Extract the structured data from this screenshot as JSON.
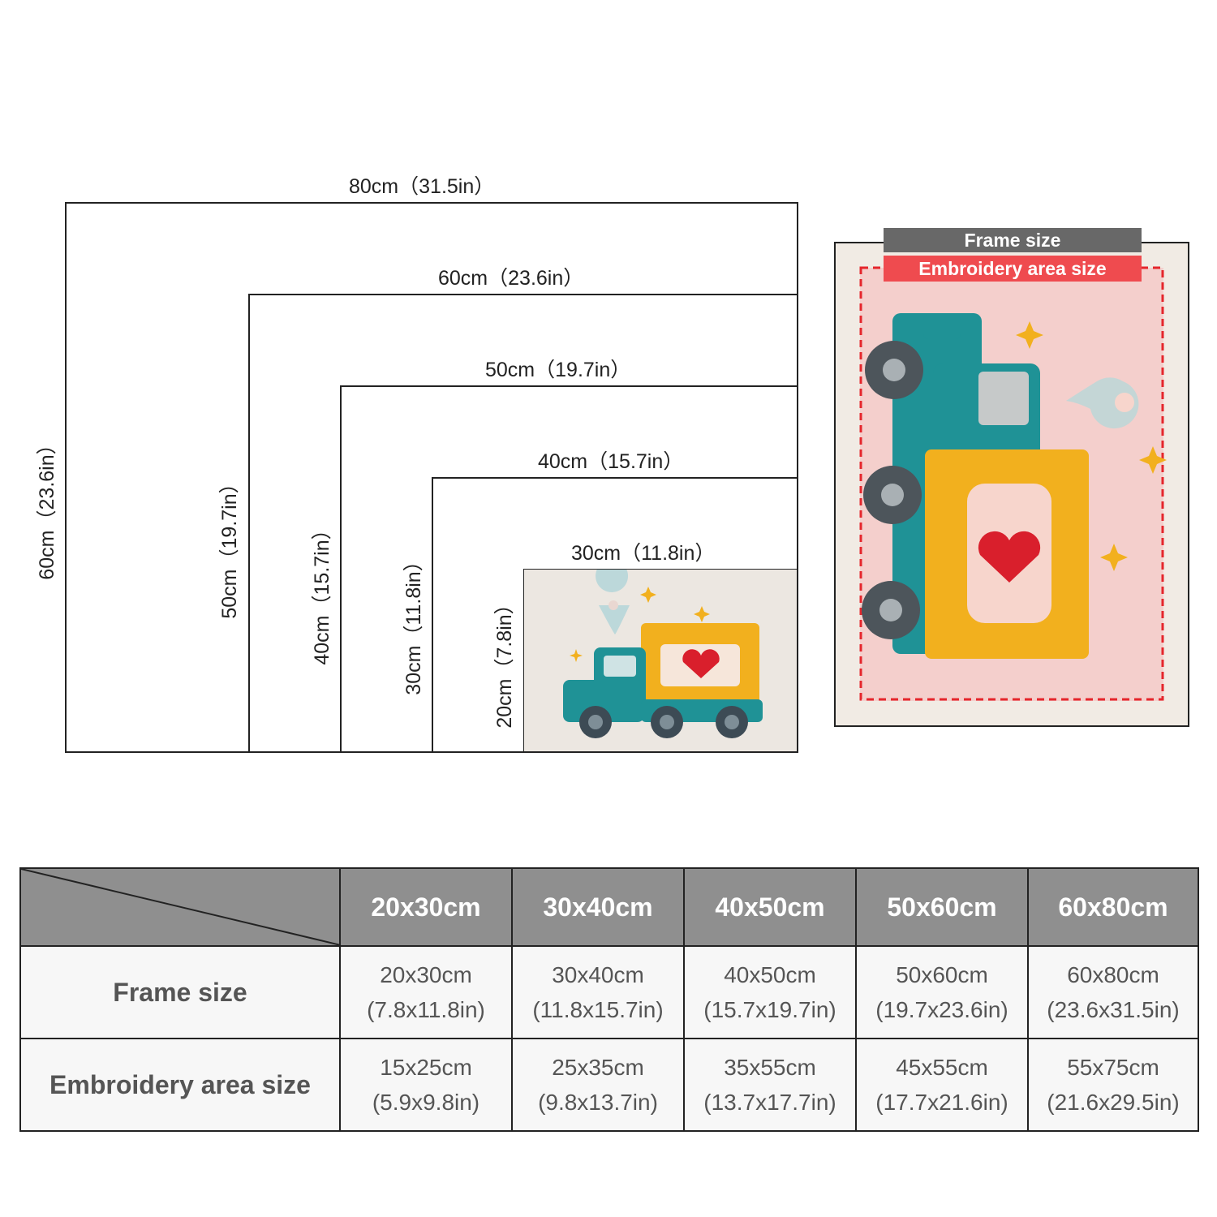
{
  "size_rectangles": [
    {
      "width_label": "80cm（31.5in）",
      "height_label": "60cm（23.6in）"
    },
    {
      "width_label": "60cm（23.6in）",
      "height_label": "50cm（19.7in）"
    },
    {
      "width_label": "50cm（19.7in）",
      "height_label": "40cm（15.7in）"
    },
    {
      "width_label": "40cm（15.7in）",
      "height_label": "30cm（11.8in）"
    },
    {
      "width_label": "30cm（11.8in）",
      "height_label": "20cm（7.8in）"
    }
  ],
  "photo_tags": {
    "frame": "Frame size",
    "embroidery": "Embroidery area size"
  },
  "colors": {
    "frame_tag": "#686868",
    "embroidery_tag": "#ef4b4f",
    "table_header": "#8f8f8f",
    "truck_teal": "#1f9296",
    "truck_yellow": "#f2b01e",
    "heart_red": "#d91f2c",
    "pink_bg": "#f4cfcc"
  },
  "table": {
    "columns": [
      "20x30cm",
      "30x40cm",
      "40x50cm",
      "50x60cm",
      "60x80cm"
    ],
    "rows": [
      {
        "label": "Frame size",
        "cells": [
          [
            "20x30cm",
            "(7.8x11.8in)"
          ],
          [
            "30x40cm",
            "(11.8x15.7in)"
          ],
          [
            "40x50cm",
            "(15.7x19.7in)"
          ],
          [
            "50x60cm",
            "(19.7x23.6in)"
          ],
          [
            "60x80cm",
            "(23.6x31.5in)"
          ]
        ]
      },
      {
        "label": "Embroidery area size",
        "cells": [
          [
            "15x25cm",
            "(5.9x9.8in)"
          ],
          [
            "25x35cm",
            "(9.8x13.7in)"
          ],
          [
            "35x55cm",
            "(13.7x17.7in)"
          ],
          [
            "45x55cm",
            "(17.7x21.6in)"
          ],
          [
            "55x75cm",
            "(21.6x29.5in)"
          ]
        ]
      }
    ]
  }
}
